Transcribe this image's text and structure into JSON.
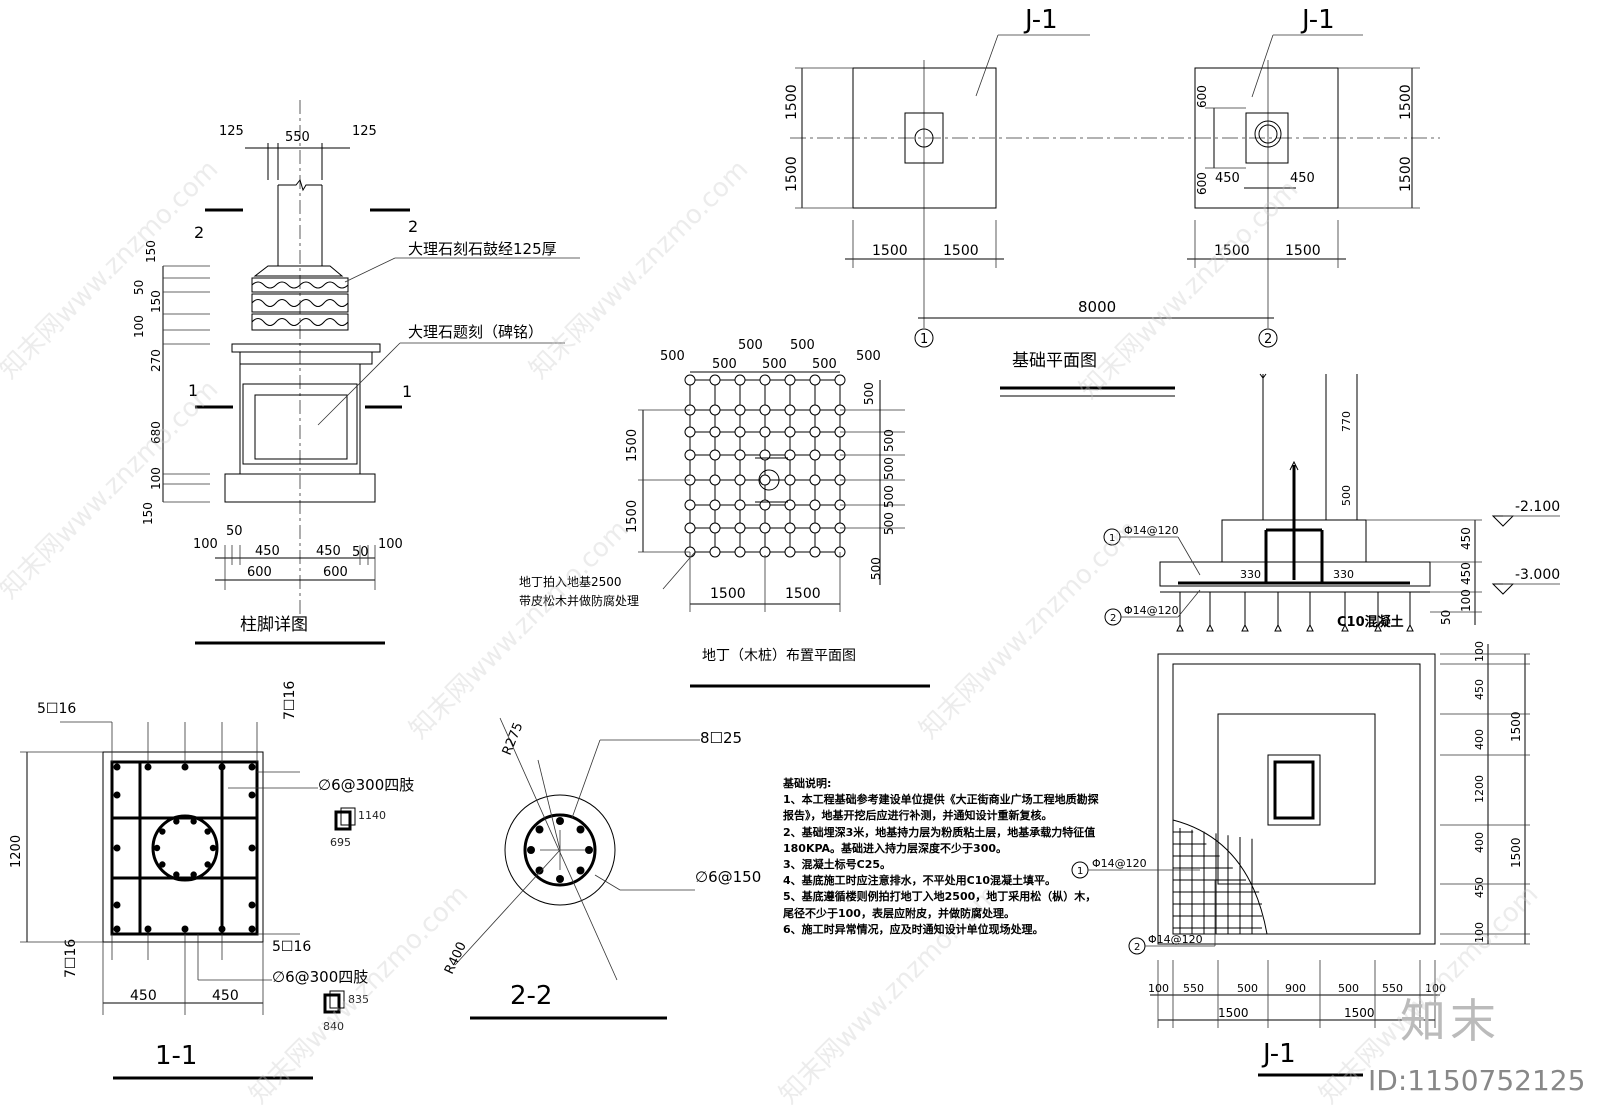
{
  "sheet": {
    "column_detail": {
      "title": "柱脚详图",
      "dims_top": [
        "125",
        "550",
        "125"
      ],
      "dims_left": [
        "150",
        "50",
        "150",
        "100",
        "270",
        "680",
        "100",
        "150"
      ],
      "dims_bottom_row1": [
        "100",
        "50",
        "450",
        "450",
        "50",
        "100"
      ],
      "dims_bottom_row2": [
        "600",
        "600"
      ],
      "section_marks": [
        "2",
        "2",
        "1",
        "1"
      ],
      "callout_drum": "大理石刻石鼓经125厚",
      "callout_inscription": "大理石题刻（碑铭）"
    },
    "pile_plan": {
      "title": "地丁（木桩）布置平面图",
      "dims_top": [
        "500",
        "500",
        "500",
        "500",
        "500",
        "500",
        "500"
      ],
      "dims_left": [
        "1500",
        "1500"
      ],
      "dims_right": [
        "500",
        "500",
        "500",
        "500",
        "500",
        "500"
      ],
      "dims_bottom": [
        "1500",
        "1500"
      ],
      "note_line1": "地丁拍入地基2500",
      "note_line2": "带皮松木并做防腐处理"
    },
    "foundation_plan": {
      "title": "基础平面图",
      "labels": [
        "J-1",
        "J-1"
      ],
      "dims_left": [
        "1500",
        "1500"
      ],
      "dims_right": [
        "1500",
        "1500"
      ],
      "dims_small": [
        "600",
        "600",
        "450",
        "450"
      ],
      "dims_bottom": [
        "1500",
        "1500",
        "1500",
        "1500"
      ],
      "dim_total": "8000",
      "axes": [
        "1",
        "2"
      ]
    },
    "section_1_1": {
      "title": "1-1",
      "bars_top": "5☐16",
      "bars_side_top": "7☐16",
      "bars_side_bottom": "7☐16",
      "bars_bottom": "5☐16",
      "stirrup_1": "∅6@300四肢",
      "stirrup_2": "∅6@300四肢",
      "stirrup_1_dims": [
        "1140",
        "695"
      ],
      "stirrup_2_dims": [
        "835",
        "840"
      ],
      "dim_height": "1200",
      "dims_bottom": [
        "450",
        "450"
      ]
    },
    "section_2_2": {
      "title": "2-2",
      "radius_inner": "R275",
      "radius_outer": "R400",
      "bars": "8☐25",
      "stirrup": "∅6@150"
    },
    "j1_detail": {
      "title": "J-1",
      "rebar_1": "Φ14@120",
      "rebar_2": "Φ14@120",
      "rebar_plan_1": "Φ14@120",
      "rebar_plan_2": "Φ14@120",
      "concrete": "C10混凝土",
      "level_1": "-2.100",
      "level_2": "-3.000",
      "dims_vert_section": [
        "770",
        "500"
      ],
      "dims_right_section": [
        "450",
        "450",
        "100",
        "50"
      ],
      "dims_inner": [
        "330",
        "330"
      ],
      "dims_right_plan": [
        "100",
        "450",
        "400",
        "1200",
        "400",
        "450",
        "100"
      ],
      "dims_right_plan_total": [
        "1500",
        "1500"
      ],
      "dims_bottom_plan": [
        "100",
        "550",
        "500",
        "900",
        "500",
        "550",
        "100"
      ],
      "dims_bottom_plan_total": [
        "1500",
        "1500"
      ]
    },
    "notes": {
      "heading": "基础说明:",
      "items": [
        "1、本工程基础参考建设单位提供《大正街商业广场工程地质勘探报告》，地基开挖后应进行补测，并通知设计重新复核。",
        "2、基础埋深3米，地基持力层为粉质粘土层，地基承载力特征值180KPA。基础进入持力层深度不少于300。",
        "3、混凝土标号C25。",
        "4、基底施工时应注意排水，不平处用C10混凝土填平。",
        "5、基底遵循楼则例拍打地丁入地2500，地丁采用松（枞）木，尾径不少于100，表层应附皮，并做防腐处理。",
        "6、施工时异常情况，应及时通知设计单位现场处理。"
      ]
    },
    "watermark": {
      "text": "知末网www.znzmo.com",
      "logo": "知末",
      "id": "ID:1150752125"
    }
  }
}
